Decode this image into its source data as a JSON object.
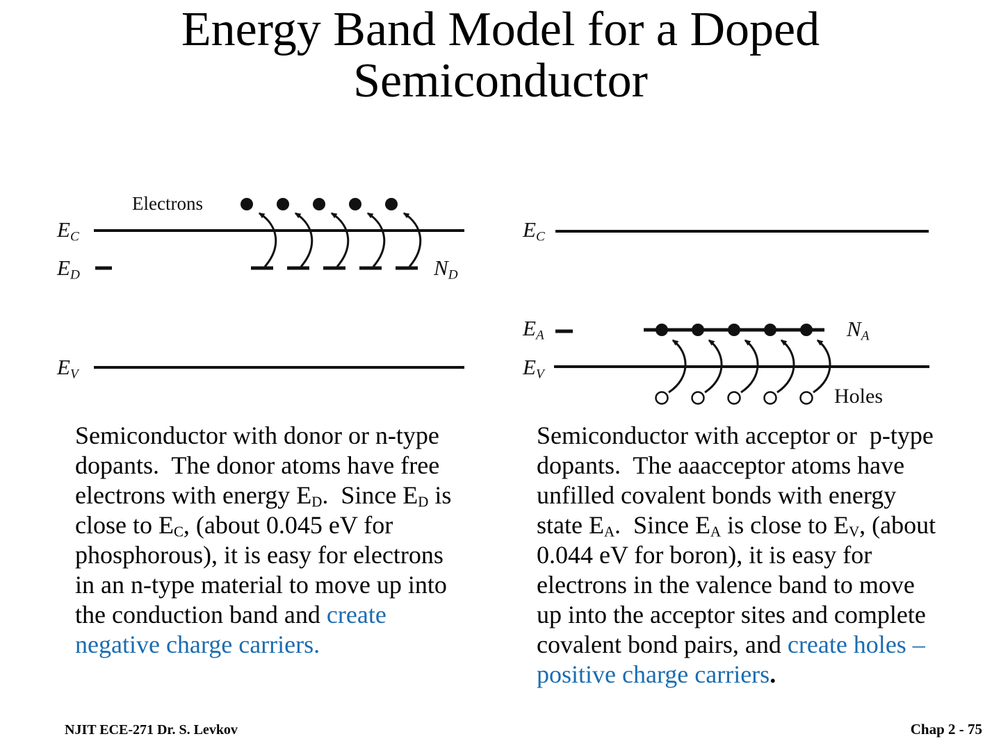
{
  "title": {
    "line1": "Energy Band Model for a Doped",
    "line2": "Semiconductor"
  },
  "left_diagram": {
    "electrons_label": "Electrons",
    "ec": {
      "base": "E",
      "sub": "C"
    },
    "ed": {
      "base": "E",
      "sub": "D"
    },
    "ev": {
      "base": "E",
      "sub": "V"
    },
    "nd": {
      "base": "N",
      "sub": "D"
    }
  },
  "right_diagram": {
    "ec": {
      "base": "E",
      "sub": "C"
    },
    "ea": {
      "base": "E",
      "sub": "A"
    },
    "ev": {
      "base": "E",
      "sub": "V"
    },
    "na": {
      "base": "N",
      "sub": "A"
    },
    "holes_label": "Holes"
  },
  "left_paragraph": {
    "runs": [
      {
        "text": "Semiconductor with donor or n-type\ndopants.  The donor atoms have free\nelectrons with energy E"
      },
      {
        "text": "D",
        "sub": true
      },
      {
        "text": ".  Since E"
      },
      {
        "text": "D",
        "sub": true
      },
      {
        "text": " is\nclose to E"
      },
      {
        "text": "C",
        "sub": true
      },
      {
        "text": ", (about 0.045 eV for\nphosphorous), it is easy for electrons\nin an n-type material to move up into\nthe conduction band and "
      },
      {
        "text": "create\nnegative charge carriers.",
        "blue": true
      }
    ]
  },
  "right_paragraph": {
    "runs": [
      {
        "text": "Semiconductor with acceptor or  p-type\ndopants.  The aaacceptor atoms have\nunfilled covalent bonds with energy\nstate E"
      },
      {
        "text": "A",
        "sub": true
      },
      {
        "text": ".  Since E"
      },
      {
        "text": "A",
        "sub": true
      },
      {
        "text": " is close to E"
      },
      {
        "text": "V",
        "sub": true
      },
      {
        "text": ", (about\n0.044 eV for boron), it is easy for\nelectrons in the valence band to move\nup into the acceptor sites and complete\ncovalent bond pairs, and "
      },
      {
        "text": "create holes –\npositive charge carriers",
        "blue": true
      },
      {
        "text": ".",
        "bold": true
      }
    ]
  },
  "footer": {
    "left": "NJIT ECE-271 Dr. S. Levkov",
    "right": "Chap 2 - 75"
  },
  "colors": {
    "accent_blue": "#1b6cb0",
    "ink": "#000000"
  }
}
